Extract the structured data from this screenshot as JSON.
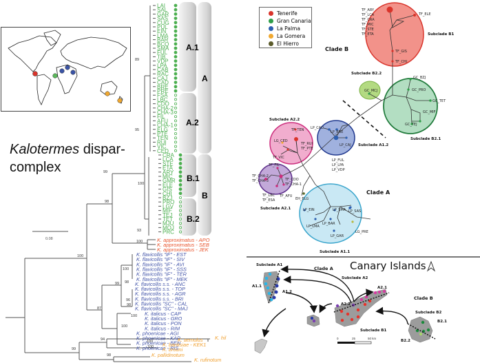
{
  "figure": {
    "title_italic": "Kalotermes",
    "title_rest_line1": " dispar-",
    "title_line2": "complex",
    "scale_bar_label": "0.08"
  },
  "world_map": {
    "points": [
      {
        "region": "Caribbean",
        "color": "#d9342b"
      },
      {
        "region": "Canary Islands",
        "color": "#5cb85c"
      },
      {
        "region": "Mediterranean W",
        "color": "#3b54a6"
      },
      {
        "region": "Mediterranean C",
        "color": "#3b54a6"
      },
      {
        "region": "Mediterranean E",
        "color": "#3b54a6"
      },
      {
        "region": "Australia",
        "color": "#f0a830"
      },
      {
        "region": "New Zealand",
        "color": "#f0a830"
      }
    ]
  },
  "tree": {
    "colors": {
      "canary": "#4caf50",
      "approximatus": "#e8532c",
      "mediterranean": "#4153a8",
      "outgroup": "#f0a030"
    },
    "canary_tips": [
      "LAI",
      "SAL",
      "GAR",
      "SAS",
      "CUG",
      "PUL",
      "EIN",
      "LMA",
      "BAR",
      "BCQ",
      "SMA",
      "FUL",
      "TIB",
      "VDP",
      "LPA",
      "CAB",
      "RAC",
      "CAJ",
      "CAD",
      "BRE",
      "PRE",
      "FSA",
      "LBC",
      "CDO",
      "CHA-2",
      "CHA-3",
      "FIL",
      "AFU",
      "CHA-1",
      "ELG",
      "PTE",
      "TEN",
      "RUI",
      "VIC",
      "CED",
      "CRA",
      "LCA",
      "STE",
      "ETA",
      "ARY",
      "MIC",
      "GMR",
      "ELE",
      "GIS",
      "CHI",
      "BZJ",
      "PRO",
      "LGV",
      "MIF",
      "TEJ",
      "TET",
      "MJU",
      "MOJ",
      "PRC"
    ],
    "filled_markers_upto": 21,
    "filled_b1_from": 35,
    "filled_b1_to": 45,
    "approximatus_tips": [
      "K. approximatus - APO",
      "K. approximatus - SEB",
      "K. approximatus - JEK"
    ],
    "mediterranean_tips": [
      "K. flavicollis \"IF\" - EST",
      "K. flavicollis \"IF\" - SIV",
      "K. flavicollis \"IF\" - AVI",
      "K. flavicollis \"IF\" - SSS",
      "K. flavicollis \"IF\" - TER",
      "K. flavicollis \"IF\" - MEK",
      "K. flavicollis s.s. - ANC",
      "K. flavicollis s.s. - TOP",
      "K. flavicollis s.s. - AGR",
      "K. flavicollis s.s. - BRI",
      "K. flavicollis \"SC\" - CAL",
      "K. flavicollis \"SC\" - MAJ",
      "K. italicus - CAP",
      "K. italicus - GRO",
      "K. italicus - PON",
      "K. italicus - RIM",
      "K. phoenicae - AGI",
      "K. phoenicae - KAP",
      "K. phoenicae - BEN",
      "K. phoenicae - RIS"
    ],
    "outgroup_tips": [
      "K. hil",
      "K. aemulus",
      "K. banksiae - KEK1",
      "K. brouni",
      "K. pallidinotum",
      "K. rufinotum"
    ],
    "support_values": [
      "89",
      "95",
      "99",
      "98",
      "100",
      "93",
      "100",
      "100",
      "100",
      "99",
      "98",
      "96",
      "98",
      "87",
      "100",
      "100",
      "94",
      "100",
      "100",
      "99",
      "98"
    ],
    "clade_bars": {
      "A1": "A.1",
      "A2": "A.2",
      "A": "A",
      "B1": "B.1",
      "B2": "B.2",
      "B": "B"
    }
  },
  "network": {
    "legend": [
      {
        "label": "Tenerife",
        "color": "#d9342b"
      },
      {
        "label": "Gran Canaria",
        "color": "#2e9e48"
      },
      {
        "label": "La Palma",
        "color": "#2d5fb0"
      },
      {
        "label": "La Gomera",
        "color": "#f0a830"
      },
      {
        "label": "El Hierro",
        "color": "#5a5a2a"
      }
    ],
    "clade_b_label": "Clade B",
    "clade_a_label": "Clade A",
    "subclades": {
      "B1": "Subclade B1",
      "B22": "Subclade B2.2",
      "B21": "Subclade B2.1",
      "A22": "Subclade A2.2",
      "A12": "Subclade A1.2",
      "A21": "Subclade A2.1",
      "A11": "Subclade A1.1"
    },
    "haplotypes": {
      "tf_big": "TF_ARY\nTF_LCA\nTF_CRA\nTF_MIC\nTF_STE\nTF_ETA",
      "tf_ele": "TF_ELE",
      "tf_gis": "TF_GIS",
      "tf_chi": "TF_CHI",
      "gc_mcj": "GC_MCJ",
      "gc_bzj": "GC_BZJ",
      "gc_pro": "GC_PRO",
      "gc_tet": "GC_TET",
      "gc_mf": "GC_MIF",
      "gc_tej": "GC_TEJ",
      "tf_ten": "TF_TEN",
      "lg_ced": "LG_CED",
      "tf_rui": "TF_RUI",
      "tf_pte": "TF_PTE",
      "tf_vic": "TF_VIC",
      "tf_fil": "TF_FIL",
      "lp_cad": "LP_CAD",
      "lp_bre": "LP_BRE",
      "lp_caj": "LP_CAJ",
      "lp_ful": "LP_FUL",
      "lp_lpa": "LP_LPA",
      "lp_vdp": "LP_VDP",
      "tf_cha2": "TF_CHA-2",
      "tf_cha3": "TF_CHA-3",
      "tf_cdo": "TF_CDO",
      "tf_cha1": "TF_CHA-1",
      "tf_lbc": "TF_LBC",
      "tf_esa": "TF_ESA",
      "tf_afu": "TF_AFU",
      "eh_elg": "EH_ELG",
      "lp_ein": "LP_EIN",
      "lp_sma": "LP_SMA",
      "lp_sas": "LP_SAS",
      "lp_lma": "LP_LMA",
      "lp_bar": "LP_BAR",
      "lp_gar": "LP_GAR",
      "lg_pre": "LG_PRE"
    }
  },
  "canary_map": {
    "title": "Canary Islands",
    "labels": {
      "subclade_a1": "Subclade A1",
      "clade_a": "Clade A",
      "subclade_a2": "Subclade A2",
      "a11": "A1.1",
      "a12": "A1.2",
      "a22": "A2.2",
      "a21": "A2.1",
      "subclade_b1": "Subclade B1",
      "clade_b": "Clade B",
      "subclade_b2": "Subclade B2",
      "b21": "B2.1",
      "b22": "B2.2"
    },
    "scale": {
      "t0": "0",
      "t1": "25",
      "t2": "50 km"
    }
  }
}
